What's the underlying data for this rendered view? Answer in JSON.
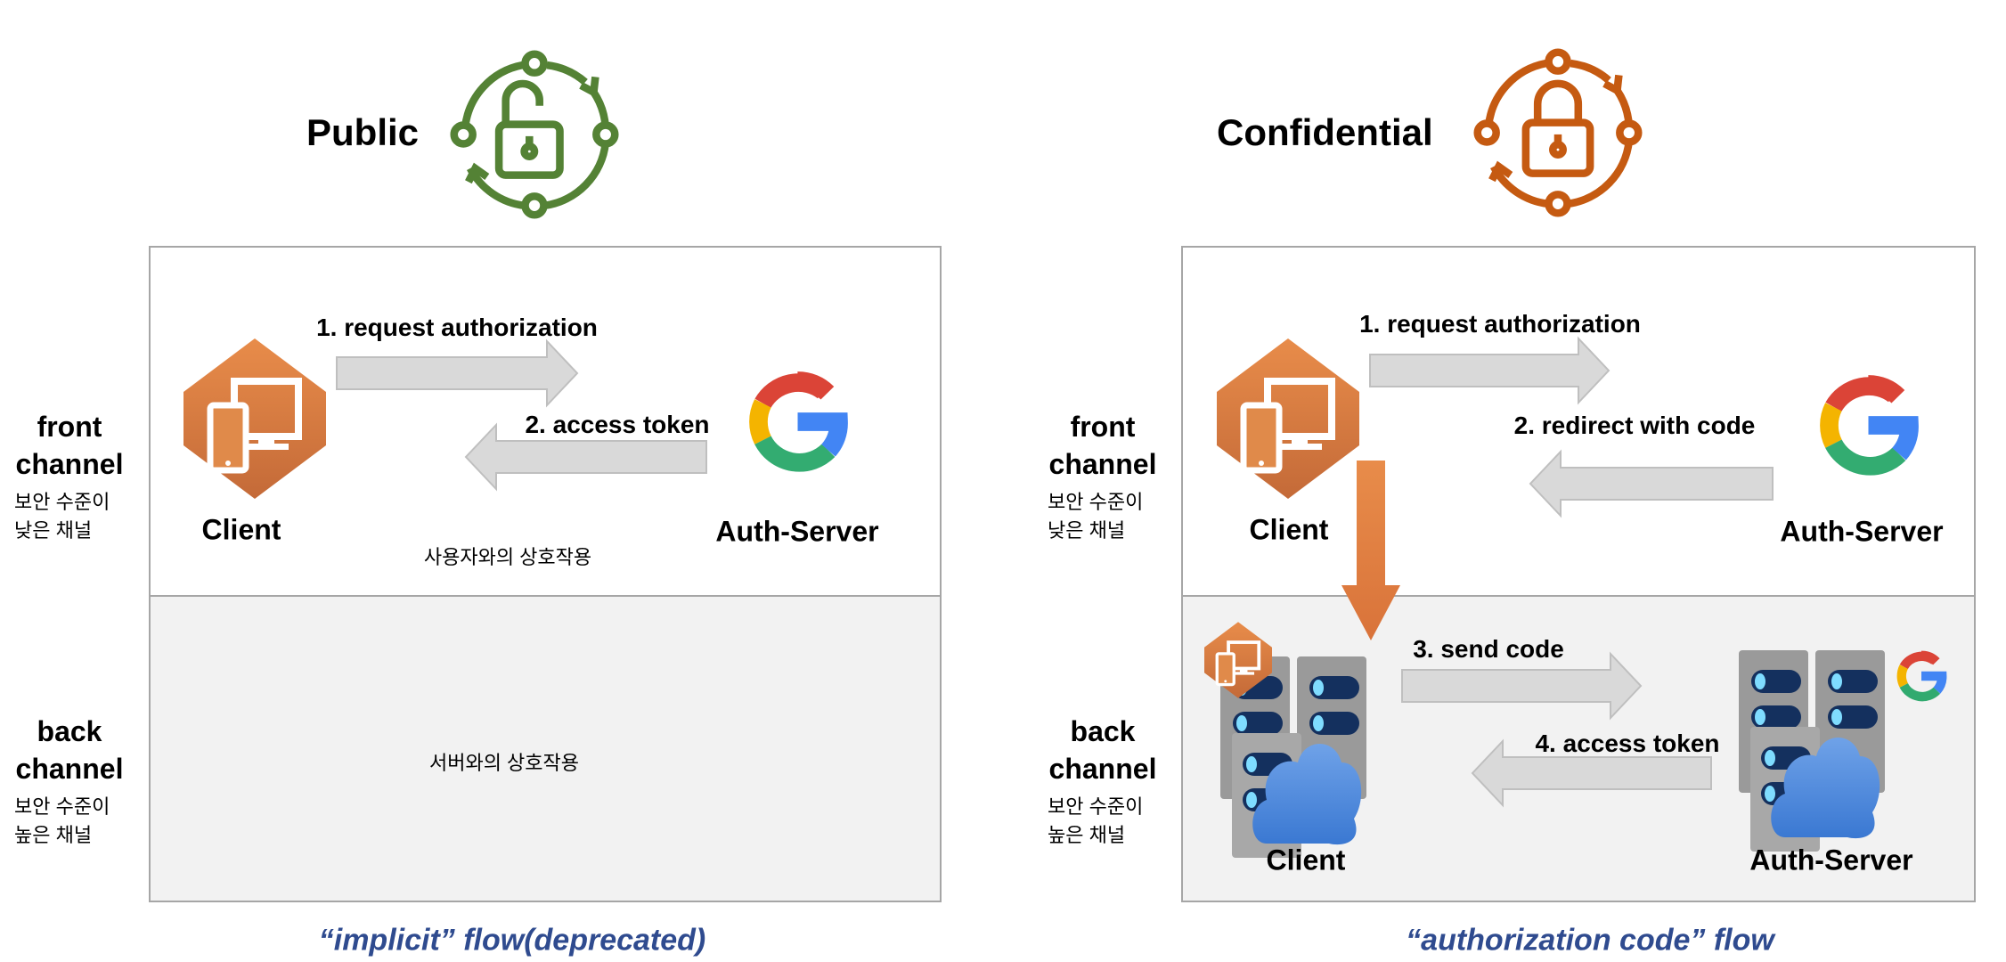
{
  "public": {
    "title": "Public",
    "icon": "unlocked-lock-cycle-icon",
    "color": "#548235",
    "front_arrow_1": "1. request authorization",
    "front_arrow_2": "2. access token",
    "client_label": "Client",
    "server_label": "Auth-Server",
    "front_note": "사용자와의 상호작용",
    "back_note": "서버와의 상호작용",
    "footer": "“implicit” flow(deprecated)"
  },
  "confidential": {
    "title": "Confidential",
    "icon": "locked-lock-cycle-icon",
    "color": "#c55a11",
    "front_arrow_1": "1. request authorization",
    "front_arrow_2": "2. redirect with code",
    "back_arrow_3": "3. send code",
    "back_arrow_4": "4. access token",
    "client_label_front": "Client",
    "server_label_front": "Auth-Server",
    "client_label_back": "Client",
    "server_label_back": "Auth-Server",
    "footer": "“authorization code” flow"
  },
  "channels": {
    "front": {
      "title": "front\nchannel",
      "line1": "front",
      "line2": "channel",
      "desc1": "보안 수준이",
      "desc2": "낮은 채널"
    },
    "back": {
      "title": "back\nchannel",
      "line1": "back",
      "line2": "channel",
      "desc1": "보안 수준이",
      "desc2": "높은 채널"
    }
  },
  "colors": {
    "footer": "#2f4b8f",
    "arrow": "#d9d9d9",
    "client_orange": "#e08a4a",
    "back_bg": "#f2f2f2"
  }
}
